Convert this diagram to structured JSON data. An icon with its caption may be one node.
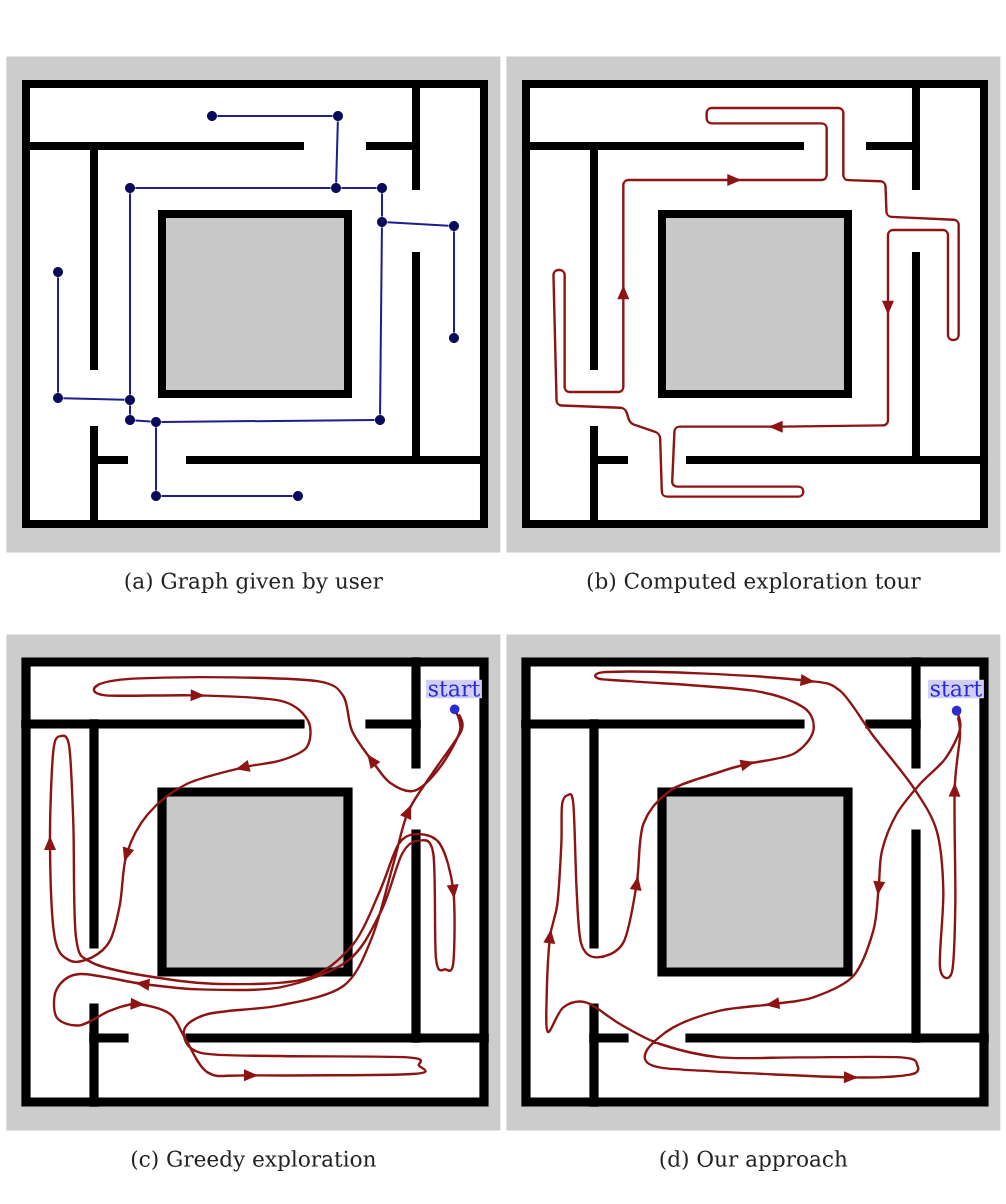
{
  "diagram": {
    "nodes": [
      {
        "text": [],
        "shape": "picture",
        "beside": [
          "(a) Graph given by user"
        ]
      },
      {
        "text": [],
        "shape": "picture",
        "beside": [
          "(b) Computed exploration tour"
        ]
      },
      {
        "text": [],
        "shape": "picture",
        "beside": [
          "(c) Greedy exploration"
        ]
      },
      {
        "text": [],
        "shape": "picture",
        "beside": [
          "(d) Our approach"
        ]
      },
      {
        "text": [],
        "shape": "circle",
        "in": 0
      },
      {
        "text": [],
        "shape": "circle",
        "in": 0
      },
      {
        "text": [],
        "shape": "circle",
        "in": 0
      },
      {
        "text": [],
        "shape": "circle",
        "in": 0
      },
      {
        "text": [],
        "shape": "circle",
        "in": 0
      },
      {
        "text": [],
        "shape": "circle",
        "in": 0
      },
      {
        "text": [],
        "shape": "circle",
        "in": 0
      },
      {
        "text": [],
        "shape": "circle",
        "in": 0
      },
      {
        "text": [],
        "shape": "circle",
        "in": 0
      },
      {
        "text": [],
        "shape": "circle",
        "in": 0
      },
      {
        "text": [],
        "shape": "circle",
        "in": 0
      },
      {
        "text": [],
        "shape": "circle",
        "in": 0
      },
      {
        "text": [],
        "shape": "circle",
        "in": 0
      },
      {
        "text": [],
        "shape": "circle",
        "in": 0
      },
      {
        "text": [],
        "shape": "circle",
        "in": 0
      },
      {
        "text": [],
        "shape": "circle",
        "in": 0
      },
      {
        "text": [
          "start"
        ],
        "in": 2
      },
      {
        "text": [
          "start"
        ],
        "in": 3
      }
    ],
    "edges": [
      {
        "from": 4,
        "to": 5,
        "arrow": "none"
      },
      {
        "from": 5,
        "to": 7,
        "arrow": "none"
      },
      {
        "from": 6,
        "to": 7,
        "arrow": "none"
      },
      {
        "from": 7,
        "to": 8,
        "arrow": "none"
      },
      {
        "from": 8,
        "to": 9,
        "arrow": "none"
      },
      {
        "from": 9,
        "to": 10,
        "arrow": "none"
      },
      {
        "from": 10,
        "to": 12,
        "arrow": "none"
      },
      {
        "from": 9,
        "to": 17,
        "arrow": "none"
      },
      {
        "from": 6,
        "to": 14,
        "arrow": "none"
      },
      {
        "from": 11,
        "to": 13,
        "arrow": "none"
      },
      {
        "from": 13,
        "to": 14,
        "arrow": "none"
      },
      {
        "from": 14,
        "to": 15,
        "arrow": "none"
      },
      {
        "from": 15,
        "to": 16,
        "arrow": "none"
      },
      {
        "from": 16,
        "to": 17,
        "arrow": "none"
      },
      {
        "from": 16,
        "to": 18,
        "arrow": "none"
      },
      {
        "from": 18,
        "to": 19,
        "arrow": "none"
      }
    ]
  }
}
